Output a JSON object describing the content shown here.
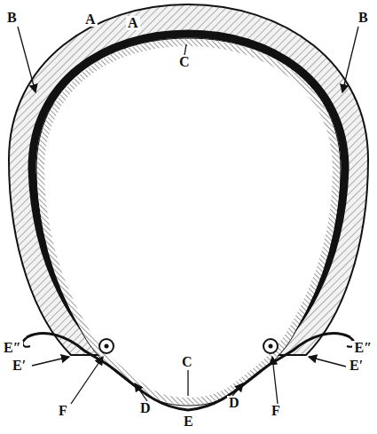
{
  "diagram": {
    "labels": [
      "A",
      "A",
      "B",
      "B",
      "C",
      "E″",
      "E″",
      "E′",
      "E′",
      "F",
      "C",
      "F",
      "D",
      "D",
      "E"
    ]
  }
}
